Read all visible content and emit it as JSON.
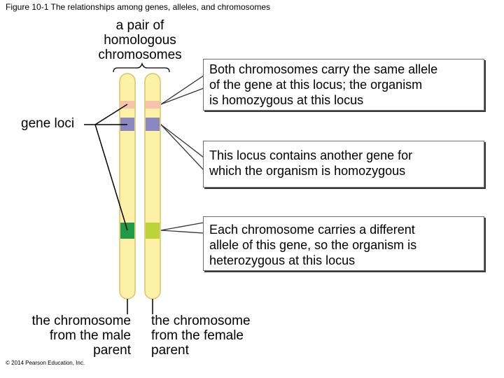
{
  "title": "Figure 10-1 The relationships among genes, alleles, and chromosomes",
  "labels": {
    "pair": [
      "a pair of",
      "homologous",
      "chromosomes"
    ],
    "gene_loci": "gene loci",
    "male": [
      "the chromosome",
      "from the male",
      "parent"
    ],
    "female": [
      "the chromosome",
      "from the female",
      "parent"
    ]
  },
  "callouts": [
    [
      "Both chromosomes carry the same allele",
      "of the gene at this locus; the organism",
      "is homozygous at this locus"
    ],
    [
      "This locus contains another gene for",
      "which the organism is homozygous"
    ],
    [
      "Each chromosome carries a different",
      "allele of this gene, so the organism is",
      "heterozygous at this locus"
    ]
  ],
  "copyright": "© 2014 Pearson Education, Inc.",
  "colors": {
    "chromosome_fill": "#fdf1a8",
    "chromosome_stroke": "#d8c46a",
    "band_pink": "#f7c3ac",
    "band_purple": "#8a88c0",
    "band_green_male": "#1f9a4b",
    "band_green_female": "#bcd43a"
  }
}
